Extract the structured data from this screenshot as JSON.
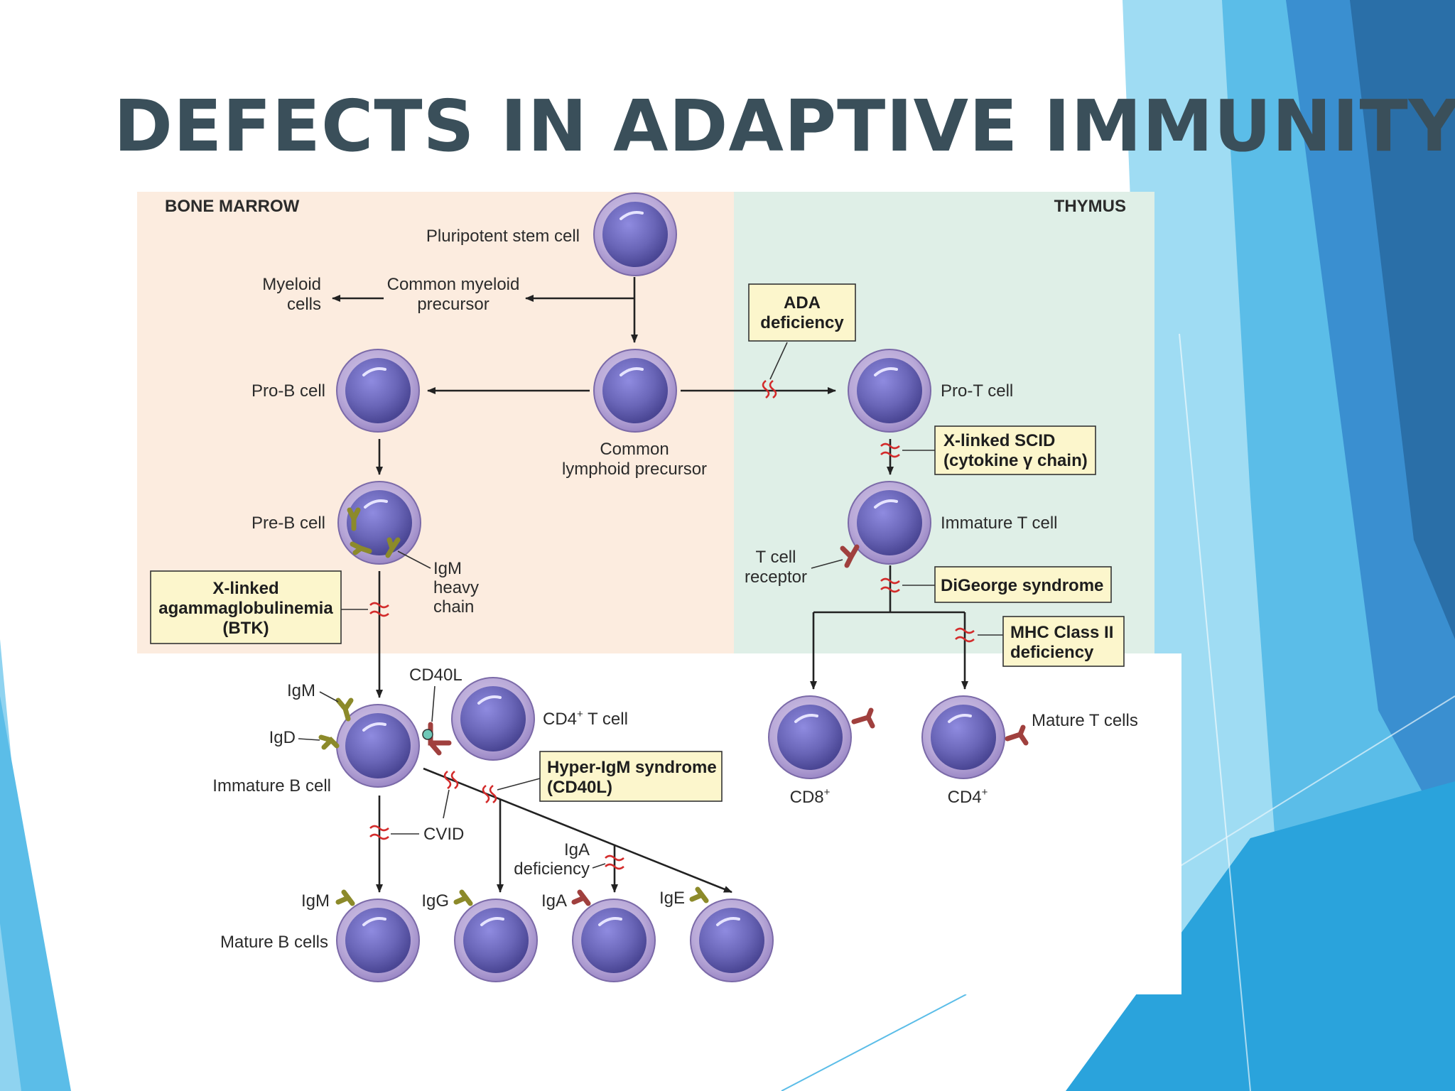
{
  "slide": {
    "title": "DEFECTS IN ADAPTIVE IMMUNITY"
  },
  "theme": {
    "title_color": "#3a4f5a",
    "bone_marrow_bg": "#fcecdf",
    "thymus_bg": "#dfefe7",
    "cell_color": "#6a66b8",
    "defect_box_color": "#fcf6cc",
    "block_color": "#d32b2b",
    "accent_blues": [
      "#2a6fa8",
      "#3a8fd0",
      "#5bbde8",
      "#8fd3f0"
    ]
  },
  "diagram": {
    "sections": {
      "bone_marrow": "BONE MARROW",
      "thymus": "THYMUS"
    },
    "cells": {
      "stem": "Pluripotent stem cell",
      "myeloid": [
        "Myeloid",
        "cells"
      ],
      "myeloid_precursor": [
        "Common myeloid",
        "precursor"
      ],
      "lymphoid_precursor": [
        "Common",
        "lymphoid precursor"
      ],
      "pro_b": "Pro-B cell",
      "pre_b": "Pre-B cell",
      "igm_heavy": [
        "IgM",
        "heavy",
        "chain"
      ],
      "pro_t": "Pro-T cell",
      "immature_t": "Immature T cell",
      "tcr": [
        "T cell",
        "receptor"
      ],
      "immature_b": "Immature B cell",
      "cd40l": "CD40L",
      "igm": "IgM",
      "igd": "IgD",
      "cd4_t": "CD4",
      "cd4_t_sup": "+",
      "cd4_t_suffix": " T cell",
      "cd8": "CD8",
      "cd8_sup": "+",
      "cd4": "CD4",
      "cd4_sup": "+",
      "mature_t": "Mature T cells",
      "mature_b": "Mature B cells",
      "mature_igm": "IgM",
      "mature_igg": "IgG",
      "mature_iga": "IgA",
      "mature_ige": "IgE"
    },
    "defects": {
      "ada": [
        "ADA",
        "deficiency"
      ],
      "xscid": [
        "X-linked SCID",
        "(cytokine γ chain)"
      ],
      "digeorge": "DiGeorge syndrome",
      "mhc2": [
        "MHC Class II",
        "deficiency"
      ],
      "xla": [
        "X-linked",
        "agammaglobulinemia",
        "(BTK)"
      ],
      "hyperigm": [
        "Hyper-IgM syndrome",
        "(CD40L)"
      ],
      "cvid": "CVID",
      "iga_def": [
        "IgA",
        "deficiency"
      ]
    }
  }
}
